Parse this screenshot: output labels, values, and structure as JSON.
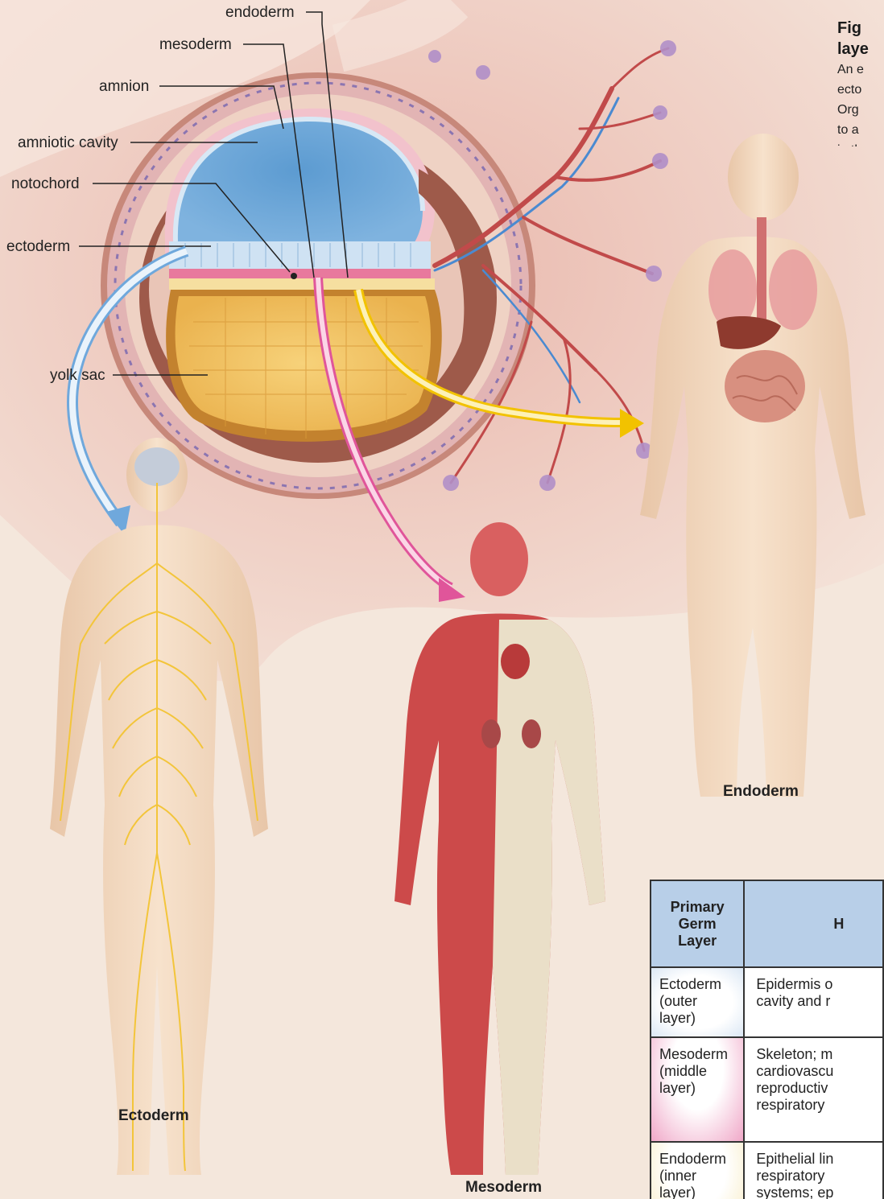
{
  "figure": {
    "title_fragment_1": "Fig",
    "title_fragment_2": "laye",
    "body_lines": [
      "An e",
      "ecto",
      "Org",
      "to a",
      "in th"
    ]
  },
  "labels": {
    "endoderm": "endoderm",
    "mesoderm": "mesoderm",
    "amnion": "amnion",
    "amniotic_cavity": "amniotic cavity",
    "notochord": "notochord",
    "ectoderm": "ectoderm",
    "yolk_sac": "yolk sac"
  },
  "body_captions": {
    "ectoderm": "Ectoderm",
    "mesoderm": "Mesoderm",
    "endoderm": "Endoderm"
  },
  "table": {
    "header_layer_line1": "Primary",
    "header_layer_line2": "Germ Layer",
    "header_function": "H",
    "rows": [
      {
        "layer_line1": "Ectoderm",
        "layer_line2": "(outer layer)",
        "func_lines": [
          "Epidermis o",
          "cavity and r"
        ],
        "color": "#dbe7f4"
      },
      {
        "layer_line1": "Mesoderm",
        "layer_line2": "(middle layer)",
        "func_lines": [
          "Skeleton; m",
          "cardiovascu",
          "reproductiv",
          "respiratory"
        ],
        "color": "#f0a8c8"
      },
      {
        "layer_line1": "Endoderm",
        "layer_line2": "(inner layer)",
        "func_lines": [
          "Epithelial lin",
          "respiratory",
          "systems; ep"
        ],
        "color": "#f8ecc4"
      }
    ]
  },
  "colors": {
    "ectoderm_arrow": "#6fa8dc",
    "mesoderm_arrow": "#e0559a",
    "endoderm_arrow": "#f2c200",
    "background_pink": "#e8b7ad",
    "nerves": "#f3c53a",
    "muscle": "#cc4a4a",
    "skin": "#f1d6bd"
  }
}
